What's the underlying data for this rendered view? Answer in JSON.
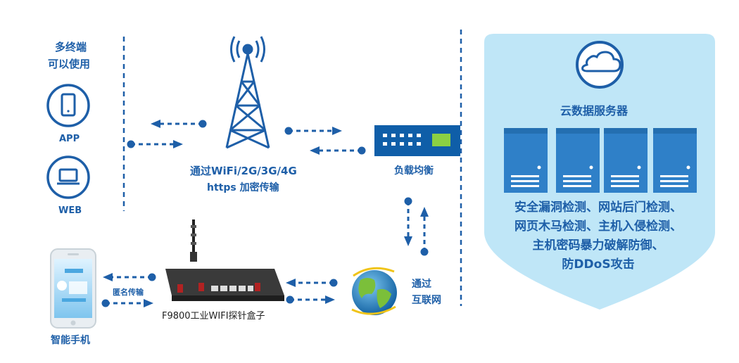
{
  "terminals": {
    "title_line1": "多终端",
    "title_line2": "可以使用",
    "app_label": "APP",
    "web_label": "WEB"
  },
  "tower": {
    "caption_line1": "通过WiFi/2G/3G/4G",
    "caption_line2": "https 加密传输"
  },
  "load_balancer": {
    "label": "负载均衡"
  },
  "cloud": {
    "title": "云数据服务器",
    "security_lines": [
      "安全漏洞检测、网站后门检测、",
      "网页木马检测、主机入侵检测、",
      "主机密码暴力破解防御、",
      "防DDoS攻击"
    ]
  },
  "phone": {
    "label": "智能手机"
  },
  "anonymous": {
    "label": "匿名传输"
  },
  "router": {
    "label": "F9800工业WIFI探针盒子"
  },
  "internet": {
    "label_line1": "通过",
    "label_line2": "互联网"
  },
  "colors": {
    "primary": "#1e5fa8",
    "shield": "#bfe6f7",
    "server": "#2f80c8",
    "bezel": "#0b5fa3"
  }
}
